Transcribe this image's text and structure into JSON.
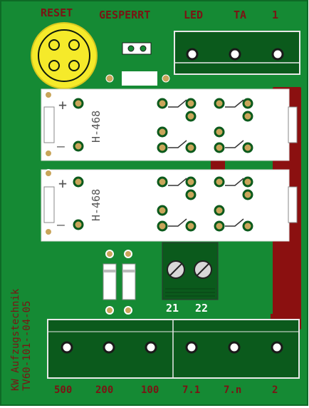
{
  "labels": {
    "reset": "RESET",
    "gesperrt": "GESPERRT",
    "led": "LED",
    "ta": "TA",
    "one": "1",
    "relay1": "H-468",
    "relay2": "H-468",
    "plus1": "+",
    "minus1": "—",
    "plus2": "+",
    "minus2": "—",
    "t21": "21",
    "t22": "22",
    "b500": "500",
    "b200": "200",
    "b100": "100",
    "b71": "7.1",
    "b7n": "7.n",
    "b2": "2",
    "side1": "KW Aufzugstechnik",
    "side2": "TV60-101--04-05"
  },
  "colors": {
    "board": "#158a34",
    "silk": "#7a1414",
    "copper": "#8b1010",
    "terminal": "#0b5a1c",
    "relay": "#ffffff",
    "pad": "#c9a55a",
    "button": "#f5ea2a"
  }
}
